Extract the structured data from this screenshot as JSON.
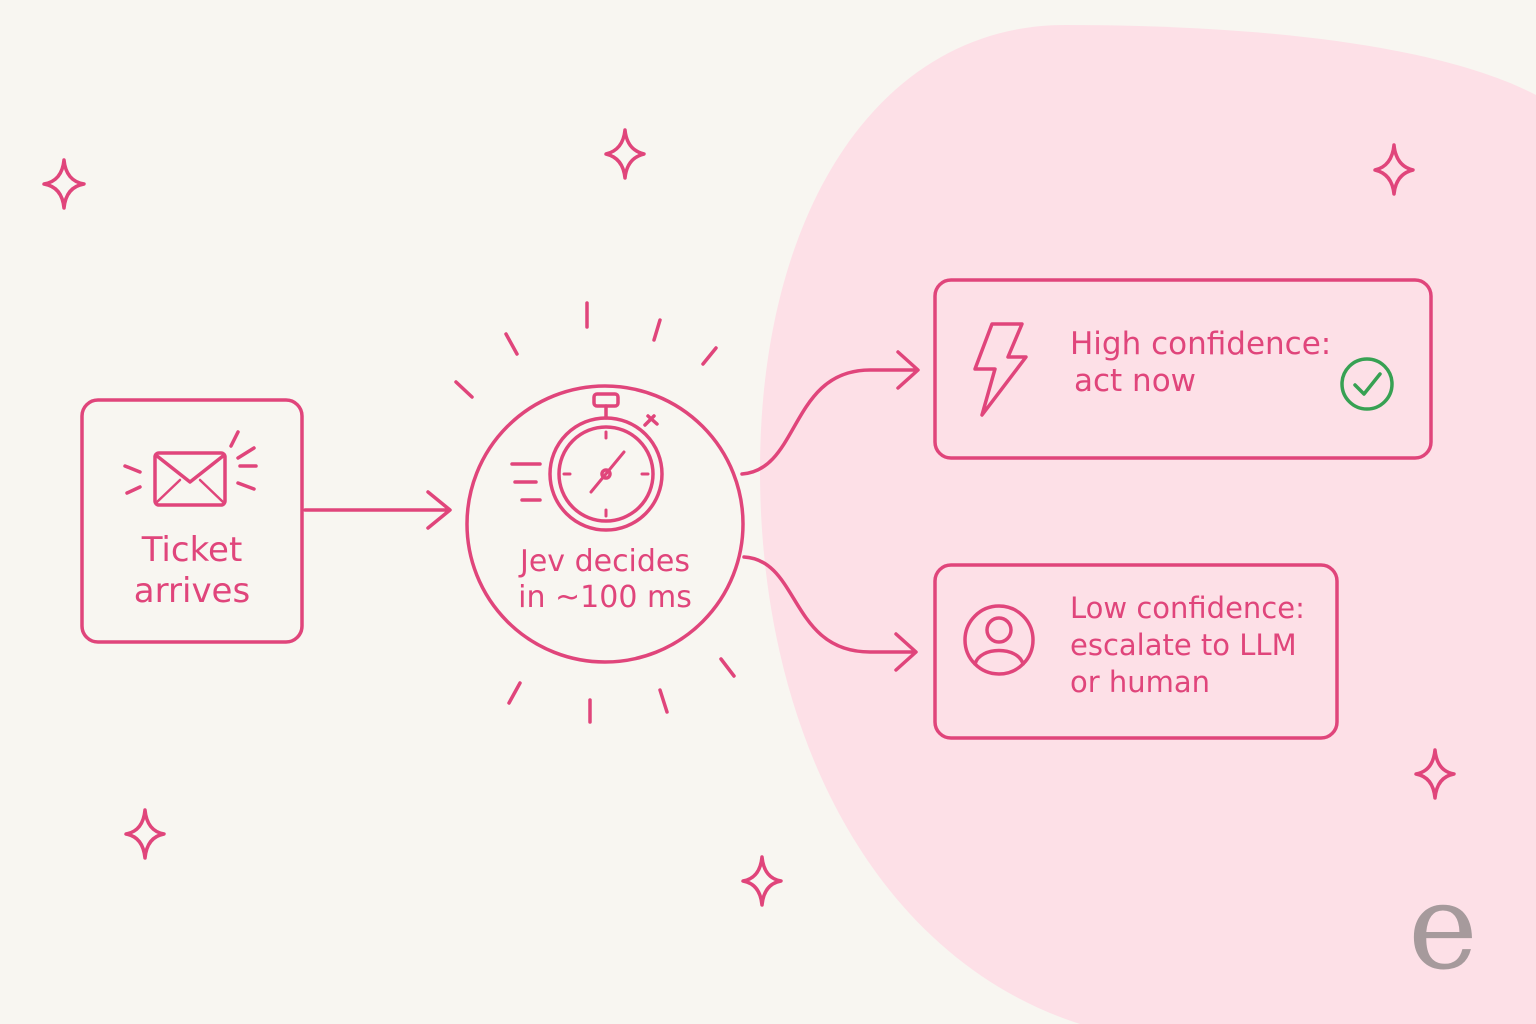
{
  "colors": {
    "background": "#f8f6f1",
    "accent": "#e0457b",
    "blob": "#fde0e7",
    "check": "#37a153",
    "brand_mark": "#a69a9c"
  },
  "nodes": {
    "ticket": {
      "line1": "Ticket",
      "line2": "arrives",
      "icon": "envelope-icon"
    },
    "decide": {
      "line1": "Jev decides",
      "line2": "in ~100 ms",
      "icon": "stopwatch-icon"
    },
    "high": {
      "line1": "High confidence:",
      "line2": "act now",
      "icon": "lightning-icon",
      "status_icon": "check-circle-icon"
    },
    "low": {
      "line1": "Low confidence:",
      "line2": "escalate to LLM",
      "line3": "or human",
      "icon": "user-icon"
    }
  },
  "brand": {
    "mark": "e"
  }
}
